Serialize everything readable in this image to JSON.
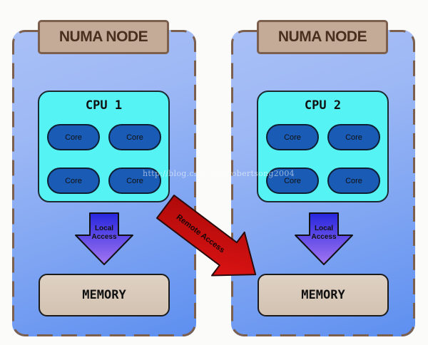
{
  "nodes": [
    {
      "title": "NUMA NODE",
      "cpu": {
        "title": "CPU 1",
        "cores": [
          "Core",
          "Core",
          "Core",
          "Core"
        ]
      },
      "local_access": {
        "line1": "Local",
        "line2": "Access"
      },
      "memory": "MEMORY"
    },
    {
      "title": "NUMA NODE",
      "cpu": {
        "title": "CPU 2",
        "cores": [
          "Core",
          "Core",
          "Core",
          "Core"
        ]
      },
      "local_access": {
        "line1": "Local",
        "line2": "Access"
      },
      "memory": "MEMORY"
    }
  ],
  "remote_access": {
    "label": "Remote Access",
    "color": "#cc0d0d"
  },
  "colors": {
    "node_fill": "#8fb0f4",
    "node_border": "#7c5f4c",
    "tab_fill": "#c3ab97",
    "cpu_fill": "#56f3f4",
    "core_fill": "#1a5bb5",
    "memory_fill": "#d8c8b8",
    "local_arrow_top": "#2b2be0",
    "local_arrow_bottom": "#9a6df0"
  },
  "watermark": "http://blog.csdn.net/robertsong2004"
}
